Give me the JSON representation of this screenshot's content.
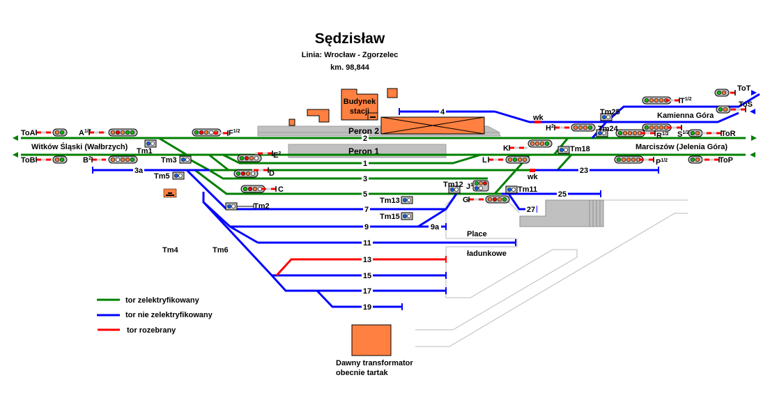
{
  "header": {
    "title": "Sędzisław",
    "line": "Linia: Wrocław - Zgorzelec",
    "km": "km. 98,844"
  },
  "colors": {
    "electrified": "#008000",
    "non_electrified": "#0000ff",
    "dismantled": "#ff0000",
    "building": "#ff8040",
    "platform": "#c0c0c0",
    "outline": "#b0b0b0"
  },
  "directions": {
    "west_upper": "Witków Śląski (Wałbrzych)",
    "east_lower": "Marciszów (Jelenia Góra)",
    "east_upper": "Kamienna Góra"
  },
  "buildings": {
    "station": [
      "Budynek",
      "stacji"
    ],
    "transformer": [
      "Dawny transformator",
      "obecnie tartak"
    ],
    "loading": [
      "Place",
      "ładunkowe"
    ]
  },
  "platforms": [
    "Peron 2",
    "Peron 1"
  ],
  "tracks": [
    {
      "id": "t2",
      "label": "2",
      "type": "electrified"
    },
    {
      "id": "t1",
      "label": "1",
      "type": "electrified"
    },
    {
      "id": "t3",
      "label": "3",
      "type": "electrified"
    },
    {
      "id": "t5",
      "label": "5",
      "type": "electrified"
    },
    {
      "id": "t3a",
      "label": "3a",
      "type": "non_electrified"
    },
    {
      "id": "t4",
      "label": "4",
      "type": "non_electrified"
    },
    {
      "id": "t7",
      "label": "7",
      "type": "non_electrified"
    },
    {
      "id": "t9",
      "label": "9",
      "type": "non_electrified"
    },
    {
      "id": "t9a",
      "label": "9a",
      "type": "non_electrified"
    },
    {
      "id": "t11",
      "label": "11",
      "type": "non_electrified"
    },
    {
      "id": "t13",
      "label": "13",
      "type": "dismantled"
    },
    {
      "id": "t15",
      "label": "15",
      "type": "non_electrified"
    },
    {
      "id": "t17",
      "label": "17",
      "type": "non_electrified"
    },
    {
      "id": "t19",
      "label": "19",
      "type": "non_electrified"
    },
    {
      "id": "t23",
      "label": "23",
      "type": "non_electrified"
    },
    {
      "id": "t25",
      "label": "25",
      "type": "non_electrified"
    },
    {
      "id": "t27",
      "label": "27",
      "type": "non_electrified"
    }
  ],
  "signals": {
    "ToA": "ToA",
    "ToB": "ToB",
    "A12": "A",
    "B2": "B",
    "F12": "F",
    "E2": "E",
    "D": "D",
    "C": "C",
    "G": "G",
    "J12": "J",
    "K": "K",
    "L": "L",
    "H2": "H",
    "T12": "T",
    "R12": "R",
    "S12": "S",
    "P12": "P",
    "ToT": "ToT",
    "ToS": "ToS",
    "ToR": "ToR",
    "ToP": "ToP",
    "sup_half": "1/2",
    "sup_2": "2"
  },
  "shunting": [
    "Tm1",
    "Tm2",
    "Tm3",
    "Tm4",
    "Tm5",
    "Tm6",
    "Tm11",
    "Tm12",
    "Tm13",
    "Tm15",
    "Tm18",
    "Tm24",
    "Tm25"
  ],
  "crossings": [
    "wk",
    "wk"
  ],
  "legend": [
    {
      "label": "tor zelektryfikowany",
      "type": "electrified"
    },
    {
      "label": "tor nie zelektryfikowany",
      "type": "non_electrified"
    },
    {
      "label": "tor rozebrany",
      "type": "dismantled"
    }
  ]
}
